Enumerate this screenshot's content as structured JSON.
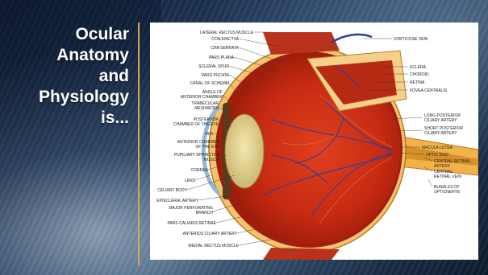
{
  "slide": {
    "title_lines": [
      "Ocular",
      "Anatomy",
      "and",
      "Physiology",
      "is..."
    ]
  },
  "diagram": {
    "labels_left": [
      "LATERAL RECTUS MUSCLE",
      "CONJUNCTVA",
      "CRA SERRATA",
      "PARS PLANA",
      "SCLERAL SPUR",
      "PARS PUCATA",
      "CANAL OF SCHEMM",
      "ANGLE OF",
      "ANTERIOR CHAMBER",
      "TRABECULAR",
      "MESHWCRX",
      "POSTERYOR",
      "CHAMBER OF THE EYE",
      "IRIS",
      "ANTERIOR CHAMBER",
      "OF THE EYE",
      "PUPILIARY SPHINCTER",
      "MUSCIE",
      "CORNEA",
      "LENS",
      "CELIARY BODY",
      "EPISCLERAL ARTERY",
      "MAJOR PERFORATING",
      "BRANCH",
      "PARS CALIARIS RETINAE",
      "ANTERIOS CILIARY ARTERY",
      "MEDIAL RECTUS MUSCLE"
    ],
    "labels_right": [
      "VORTICOSE VEIN",
      "SCLERA",
      "CHOROID",
      "RETINA",
      "FOVEA CENTRALIS",
      "LONG POSTERIOR",
      "CILIARY ARTERY",
      "SHORT POSTERIOR",
      "CILIARY ARTERY",
      "MACULA LUTEA",
      "OPTIC DISC",
      "CENTRAL RETINAL",
      "ARTERY",
      "CENTRAL",
      "RETINAL VEIN",
      "BUNDLES OF",
      "OPTICNERYE"
    ]
  }
}
